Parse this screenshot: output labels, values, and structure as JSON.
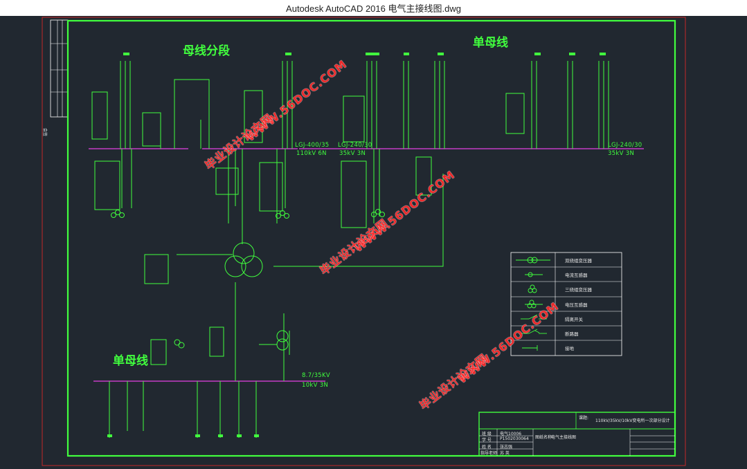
{
  "window": {
    "title": "Autodesk AutoCAD 2016    电气主接线图.dwg"
  },
  "drawing": {
    "headings": {
      "bus_section": "母线分段",
      "single_bus_top": "单母线",
      "single_bus_bottom": "单母线"
    },
    "bus_labels": {
      "lgj_400": "LGJ-400/35",
      "kv110": "110kV 6N",
      "lgj_240_a": "LGJ-240/30",
      "kv35_a": "35kV 3N",
      "lgj_240_b": "LGJ-240/30",
      "kv35_b": "35kV 3N",
      "kv87": "8.7/35KV",
      "kv10": "10kV 3N"
    },
    "side_label": "会签"
  },
  "legend": {
    "rows": [
      {
        "icon": "double-winding-transformer-icon",
        "label": "双绕组变压器"
      },
      {
        "icon": "current-transformer-icon",
        "label": "电流互感器"
      },
      {
        "icon": "three-winding-transformer-icon",
        "label": "三绕组变压器"
      },
      {
        "icon": "voltage-transformer-icon",
        "label": "电压互感器"
      },
      {
        "icon": "disconnector-icon",
        "label": "隔离开关"
      },
      {
        "icon": "circuit-breaker-icon",
        "label": "断路器"
      },
      {
        "icon": "ground-icon",
        "label": "接地"
      }
    ]
  },
  "title_block": {
    "project": "110kV/35kV/10kV变电所一次部分设计",
    "project_prefix": "课题:",
    "drawing_name": "电气主接线图",
    "drawing_prefix": "图纸名称:",
    "rows": [
      {
        "key": "班 级",
        "value": "电气10006"
      },
      {
        "key": "学 号",
        "value": "P1502030064"
      },
      {
        "key": "姓 名",
        "value": "张志强"
      },
      {
        "key": "指导老师",
        "value": "苏 英"
      }
    ]
  },
  "watermarks": {
    "url": "WWW.56DOC.COM",
    "cn": "毕业设计论文网"
  },
  "colors": {
    "green": "#41ff3e",
    "bus": "#c63cc6",
    "background": "#212830",
    "frame_red": "#c42828"
  }
}
